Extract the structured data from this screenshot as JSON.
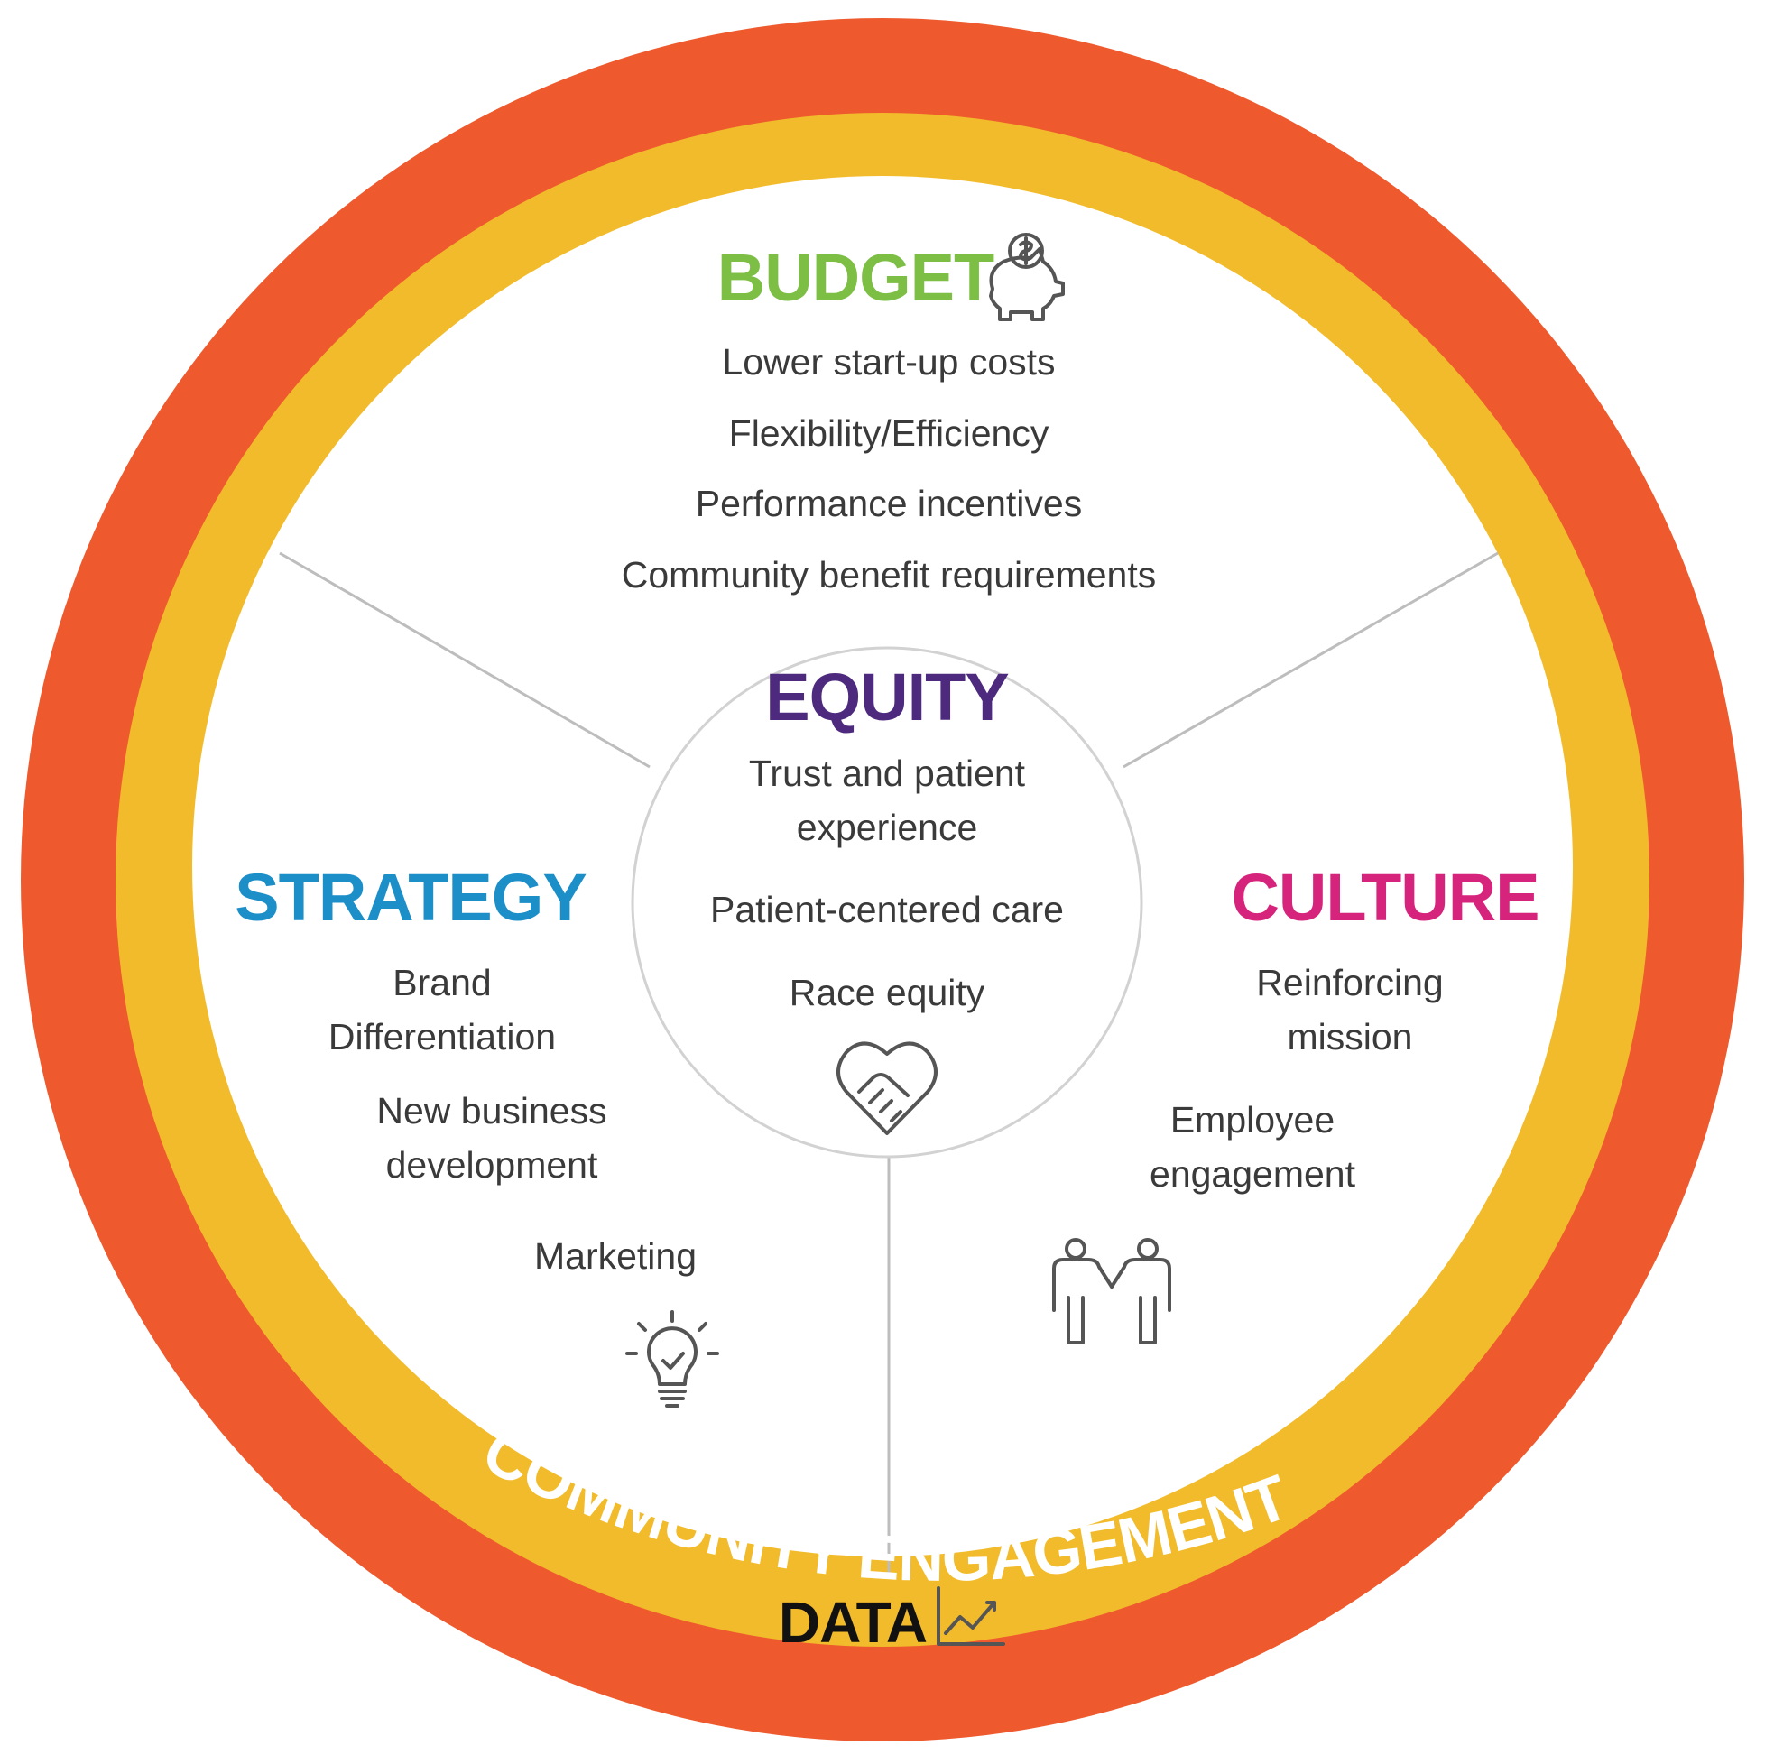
{
  "colors": {
    "outer_ring": "#EE5A2E",
    "inner_ring": "#F2BB2B",
    "center_fill": "#FFFFFF",
    "divider": "#BDBDBD",
    "budget": "#7DBE45",
    "equity": "#4E2A7F",
    "strategy": "#1C8EC8",
    "culture": "#D6247D",
    "data": "#111111",
    "community": "#FFFFFF"
  },
  "budget": {
    "title": "BUDGET",
    "icon": "piggy-bank-icon",
    "items": [
      "Lower start-up costs",
      "Flexibility/Efficiency",
      "Performance incentives",
      "Community benefit requirements"
    ]
  },
  "equity": {
    "title": "EQUITY",
    "icon": "handshake-heart-icon",
    "items": [
      "Trust and patient",
      "experience",
      "Patient-centered care",
      "Race equity"
    ]
  },
  "strategy": {
    "title": "STRATEGY",
    "icon": "lightbulb-icon",
    "items": [
      "Brand",
      "Differentiation",
      "New business",
      "development",
      "Marketing"
    ]
  },
  "culture": {
    "title": "CULTURE",
    "icon": "people-handshake-icon",
    "items": [
      "Reinforcing",
      "mission",
      "Employee",
      "engagement"
    ]
  },
  "data_label": {
    "title": "DATA",
    "icon": "line-chart-icon"
  },
  "community": {
    "label": "COMMUNITY ENGAGEMENT"
  }
}
